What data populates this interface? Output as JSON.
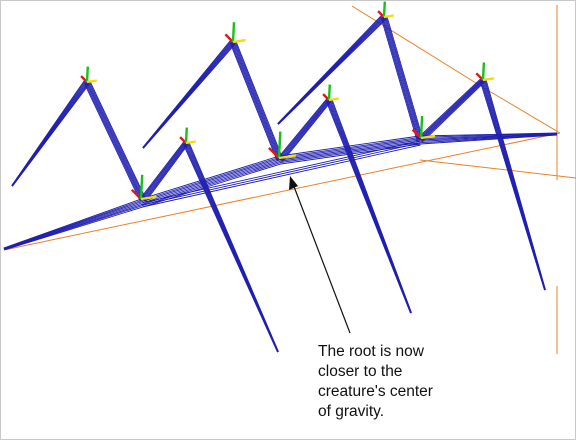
{
  "annotation": {
    "lines": [
      "The root is now",
      "closer to the",
      "creature's center",
      "of gravity."
    ]
  },
  "colors": {
    "background": "#ffffff",
    "limb": "#1f1fb0",
    "floor_grid": "#e8822a",
    "axis_x": "#e01818",
    "axis_y": "#18c018",
    "axis_z": "#f0e000",
    "arrow": "#111111",
    "caption_text": "#111111"
  },
  "icons": {
    "joint_marker": "xyz-axis-gizmo-icon",
    "pointer": "arrow-pointer-icon"
  }
}
